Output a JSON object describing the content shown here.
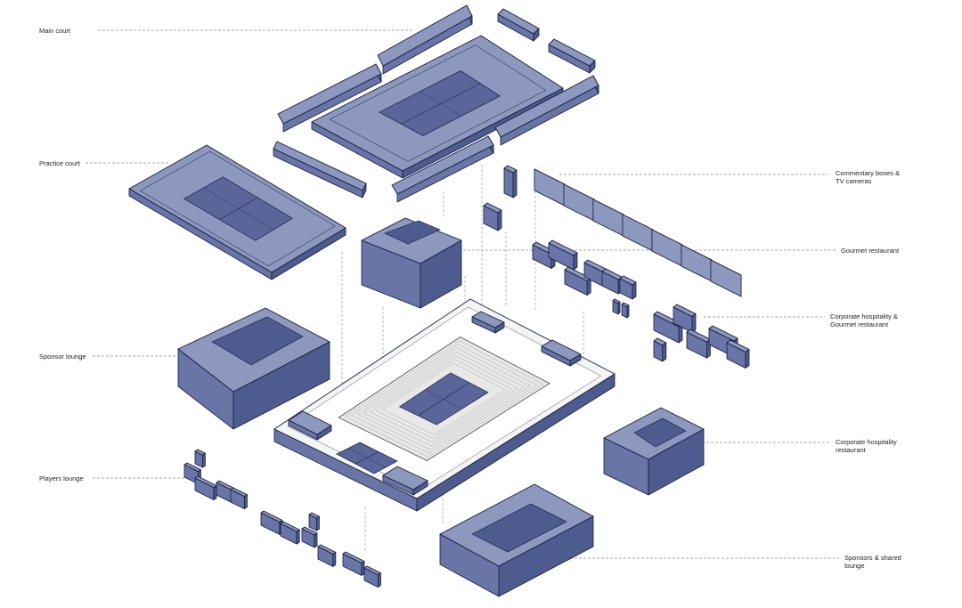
{
  "colors": {
    "top": "#8d98bf",
    "side": "#4d5b8e",
    "front": "#6875a6",
    "court": "#5a6699",
    "outline": "#141c3c",
    "leader": "#8a8a8a",
    "stadium": "#f4f4f4"
  },
  "labels": {
    "main_court": "Main court",
    "practice_court": "Practice court",
    "sponsor_lounge": "Sponsor lounge",
    "players_lounge": "Players lounge",
    "commentary": "Commentary boxes &\nTV cameras",
    "gourmet": "Gourmet restaurant",
    "corp_gourmet": "Corporate hospitality &\nGourmet restaurant",
    "corp": "Corporate hospitality\nrestaurant",
    "sponsors_shared": "Sponsors & shared\nlounge"
  }
}
